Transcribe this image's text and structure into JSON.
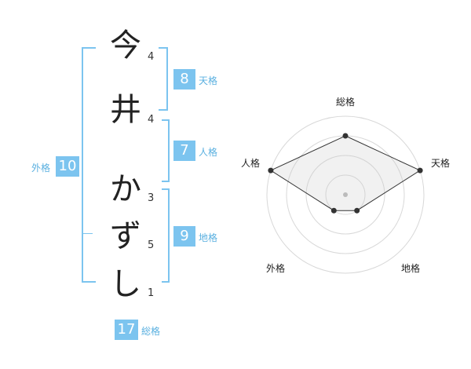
{
  "name": {
    "chars": [
      {
        "char": "今",
        "strokes": "4"
      },
      {
        "char": "井",
        "strokes": "4"
      },
      {
        "char": "か",
        "strokes": "3"
      },
      {
        "char": "ず",
        "strokes": "5"
      },
      {
        "char": "し",
        "strokes": "1"
      }
    ]
  },
  "fortunes": {
    "tenkaku": {
      "label": "天格",
      "value": "8"
    },
    "jinkaku": {
      "label": "人格",
      "value": "7"
    },
    "chikaku": {
      "label": "地格",
      "value": "9"
    },
    "gaikaku": {
      "label": "外格",
      "value": "10"
    },
    "soukaku": {
      "label": "総格",
      "value": "17"
    }
  },
  "chart_data": {
    "type": "radar",
    "axes": [
      "総格",
      "天格",
      "地格",
      "外格",
      "人格"
    ],
    "rings": 4,
    "max": 4,
    "values": [
      3,
      4,
      1,
      1,
      4
    ],
    "colors": {
      "ring_fill": "#f2f2f2",
      "ring_stroke": "#d8d8d8",
      "line": "#333333",
      "point": "#333333",
      "center": "#bbbbbb"
    }
  },
  "colors": {
    "accent": "#7cc4ef",
    "accent_text": "#5ab0e0"
  }
}
